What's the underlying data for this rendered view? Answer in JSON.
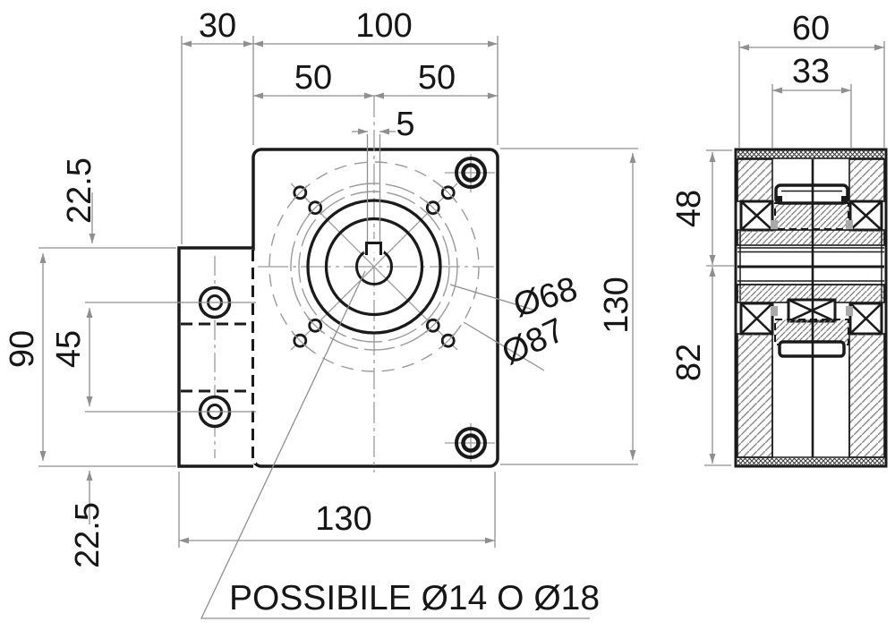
{
  "drawing_type": "technical-drawing",
  "front": {
    "tab_width": "30",
    "plate_width": "100",
    "half_width_left": "50",
    "half_width_right": "50",
    "keyway_width": "5",
    "hole_offset_top": "22.5",
    "tab_height": "90",
    "hole_spacing": "45",
    "hole_offset_bottom": "22.5",
    "overall_width": "130",
    "plate_height": "130",
    "bolt_circle_inner": "Ø68",
    "bolt_circle_outer": "Ø87",
    "bore_note": "POSSIBILE Ø14 O Ø18"
  },
  "side": {
    "overall_depth": "60",
    "bore_width": "33",
    "upper_height": "48",
    "lower_height": "82"
  },
  "colors": {
    "geometry": "#1a1a1a",
    "dimension": "#8f8f8f",
    "text": "#161616",
    "background": "#ffffff"
  }
}
